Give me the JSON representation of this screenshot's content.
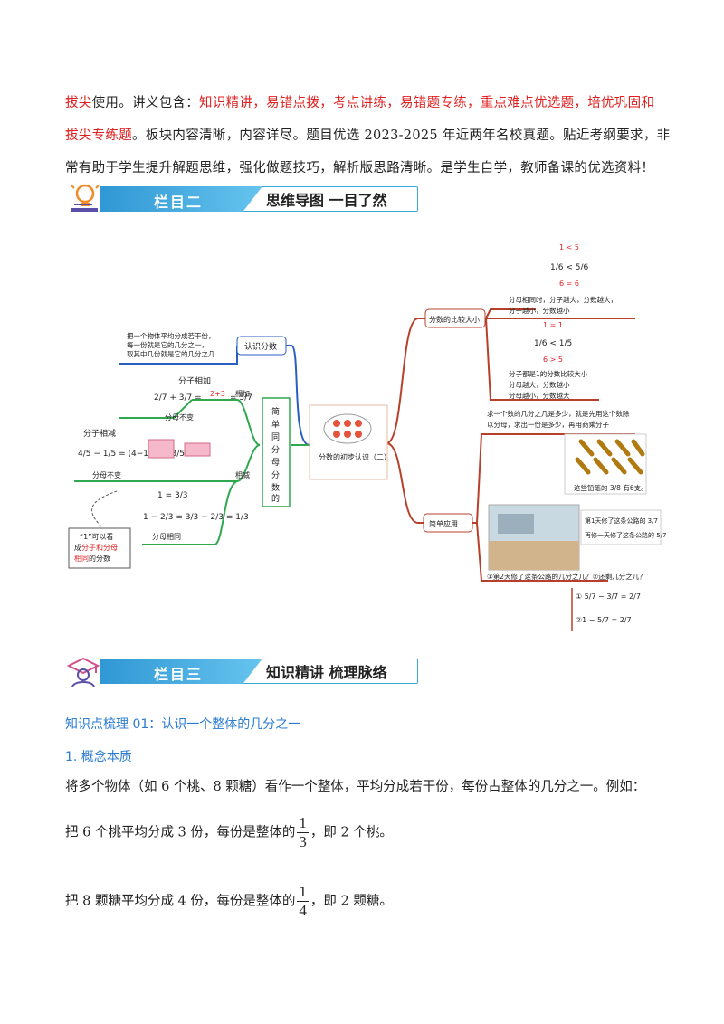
{
  "intro": {
    "l1_a": "拔尖",
    "l1_b": "使用。讲义包含：",
    "l1_c": "知识精讲，易错点拨，考点讲练，易错题专练，重点难点优选题，培优巩固和",
    "l2_a": "拔尖专练题",
    "l2_b": "。板块内容清晰，内容详尽。题目优选 2023-2025 年近两年名校真题。贴近考纲要求，非",
    "l3": "常有助于学生提升解题思维，强化做题技巧，解析版思路清晰。是学生自学，教师备课的优选资料！"
  },
  "banner2": {
    "tab": "栏目二",
    "title": "思维导图  一目了然"
  },
  "banner3": {
    "tab": "栏目三",
    "title": "知识精讲  梳理脉络"
  },
  "mindmap": {
    "center": "分数的初步认识（二）",
    "left_main": "简单同分母分数的加减",
    "renshi": "认识分数",
    "renshi_def_1": "把一个物体平均分成若干份，",
    "renshi_def_2": "每一份就是它的几分之一，",
    "renshi_def_3": "取其中几份就是它的几分之几",
    "add_label": "相加",
    "add_top": "分子相加",
    "add_expr_a": "2/7 + 3/7 =",
    "add_expr_mid": "2+3",
    "add_expr_b": "= 5/7",
    "add_bottom": "分母不变",
    "sub_top": "分子相减",
    "sub_expr": "4/5 − 1/5 = (4−1)/5 = 3/5",
    "sub_bottom": "分母不变",
    "sub_label": "相减",
    "one_eq": "1 = 3/3",
    "one_expr": "1 − 2/3 = 3/3 − 2/3 = 1/3",
    "one_bottom": "分母相同",
    "note_1": "“1”可以看",
    "note_2a": "成",
    "note_2b": "分子和分母",
    "note_3a": "相同",
    "note_3b": "的分数",
    "compare": "分数的比较大小",
    "cmp_top1": "1 < 5",
    "cmp_expr1": "1/6 < 5/6",
    "cmp_top2": "6 = 6",
    "cmp_rule1_1": "分母相同时，分子越大，分数越大，",
    "cmp_rule1_2": "分子越小，分数越小",
    "cmp_top3": "1 = 1",
    "cmp_expr2": "1/6 < 1/5",
    "cmp_top4": "6 > 5",
    "cmp_rule2_1": "分子都是1的分数比较大小",
    "cmp_rule2_2": "分母越大，分数越小",
    "cmp_rule2_3": "分母越小，分数越大",
    "apply": "简单应用",
    "apply_q_1": "求一个数的几分之几是多少，就是先用这个数除",
    "apply_q_2": "以分母，求出一份是多少，再用商乘分子",
    "pencil_caption": "这些铅笔的 3/8 有6支。",
    "road_1": "第1天修了这条公路的 3/7",
    "road_2": "再修一天修了这条公路的 5/7",
    "road_q": "①第2天修了这条公路的几分之几？②还剩几分之几？",
    "road_a1": "①  5/7 − 3/7 = 2/7",
    "road_a2": "②1 − 5/7 = 2/7"
  },
  "kp": {
    "heading": "知识点梳理 01：认识一个整体的几分之一",
    "sub": "1. 概念本质",
    "p1": "将多个物体（如 6 个桃、8 颗糖）看作一个整体，平均分成若干份，每份占整体的几分之一。例如：",
    "p2_a": "把 6 个桃平均分成 3 份，每份是整体的",
    "p2_n": "1",
    "p2_d": "3",
    "p2_b": "，即 2 个桃。",
    "p3_a": "把 8 颗糖平均分成 4 份，每份是整体的",
    "p3_n": "1",
    "p3_d": "4",
    "p3_b": "，即 2 颗糖。"
  },
  "colors": {
    "red": "#e02020",
    "banner": "#2f97d4",
    "kp_blue": "#2a7bd1",
    "mm_red": "#b8402b",
    "mm_green": "#2fa84f",
    "mm_blue": "#2a5fbf"
  }
}
